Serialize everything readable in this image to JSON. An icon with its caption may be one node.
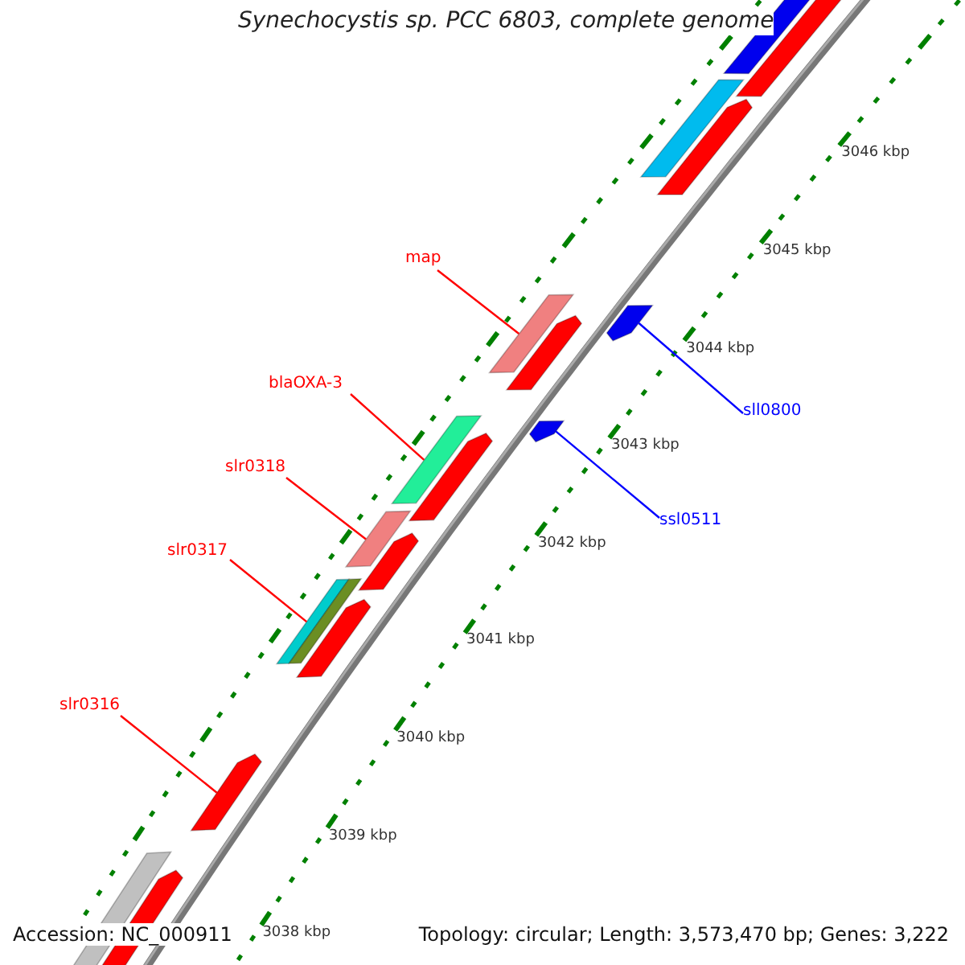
{
  "diagram": {
    "title": "Synechocystis sp. PCC 6803, complete genome",
    "nodes": [
      {
        "text": [
          "map"
        ]
      },
      {
        "text": [],
        "shape": "bar"
      },
      {
        "text": [
          "blaOXA-3"
        ]
      },
      {
        "text": [],
        "shape": "bar"
      },
      {
        "text": [
          "sll0800"
        ]
      },
      {
        "text": [],
        "shape": "bar"
      },
      {
        "text": [
          "slr0318"
        ]
      },
      {
        "text": [],
        "shape": "bar"
      },
      {
        "text": [
          "ssl0511"
        ]
      },
      {
        "text": [],
        "shape": "bar"
      },
      {
        "text": [
          "slr0317"
        ]
      },
      {
        "text": [],
        "shape": "bar"
      },
      {
        "text": [
          "slr0316"
        ]
      },
      {
        "text": [],
        "shape": "bar"
      }
    ],
    "edges": [
      {
        "from": 0,
        "to": 1,
        "arrow": "none"
      },
      {
        "from": 2,
        "to": 3,
        "arrow": "none"
      },
      {
        "from": 4,
        "to": 5,
        "arrow": "none",
        "color": "#0000ff"
      },
      {
        "from": 6,
        "to": 7,
        "arrow": "none"
      },
      {
        "from": 8,
        "to": 9,
        "arrow": "none",
        "color": "#0000ff"
      },
      {
        "from": 10,
        "to": 11,
        "arrow": "none"
      },
      {
        "from": 12,
        "to": 13,
        "arrow": "none"
      }
    ],
    "labels": [
      "3046 kbp",
      "3045 kbp",
      "3044 kbp",
      "3043 kbp",
      "3042 kbp",
      "3041 kbp",
      "3040 kbp",
      "3039 kbp",
      "3038 kbp",
      "Accession: NC_000911",
      "Topology: circular; Length: 3,573,470 bp; Genes: 3,222"
    ]
  }
}
